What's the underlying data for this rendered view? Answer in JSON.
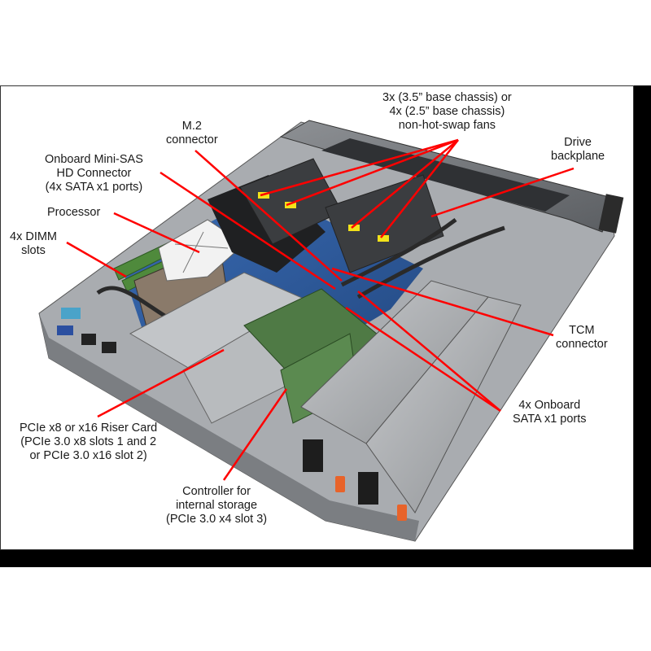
{
  "figure": {
    "subject": "1U rack server, top cover removed, internal component callouts",
    "arrow_color": "#ff0000",
    "frame_color": "#000000"
  },
  "labels": {
    "fans": {
      "lines": [
        "3x (3.5” base chassis) or",
        "4x (2.5” base chassis)",
        "non-hot-swap fans"
      ]
    },
    "drive_backplane": {
      "lines": [
        "Drive",
        "backplane"
      ]
    },
    "m2": {
      "lines": [
        "M.2",
        "connector"
      ]
    },
    "mini_sas": {
      "lines": [
        "Onboard Mini-SAS",
        "HD Connector",
        "(4x SATA x1 ports)"
      ]
    },
    "processor": {
      "lines": [
        "Processor"
      ]
    },
    "dimm": {
      "lines": [
        "4x DIMM",
        "slots"
      ]
    },
    "tcm": {
      "lines": [
        "TCM",
        "connector"
      ]
    },
    "sata": {
      "lines": [
        "4x Onboard",
        "SATA x1 ports"
      ]
    },
    "riser": {
      "lines": [
        "PCIe x8 or x16 Riser Card",
        "(PCIe 3.0 x8 slots 1 and 2",
        "or PCIe 3.0 x16 slot 2)"
      ]
    },
    "controller": {
      "lines": [
        "Controller for",
        "internal storage",
        "(PCIe 3.0 x4 slot 3)"
      ]
    }
  },
  "colors": {
    "chassis_metal": "#b9bcbf",
    "chassis_dark": "#4a4c4f",
    "motherboard": "#2f5fa8",
    "dimm_green": "#4f8a3c",
    "fan_tag": "#f3e21a",
    "psu_latch": "#e8632a",
    "heatsink_label": "#f2f2f2"
  }
}
